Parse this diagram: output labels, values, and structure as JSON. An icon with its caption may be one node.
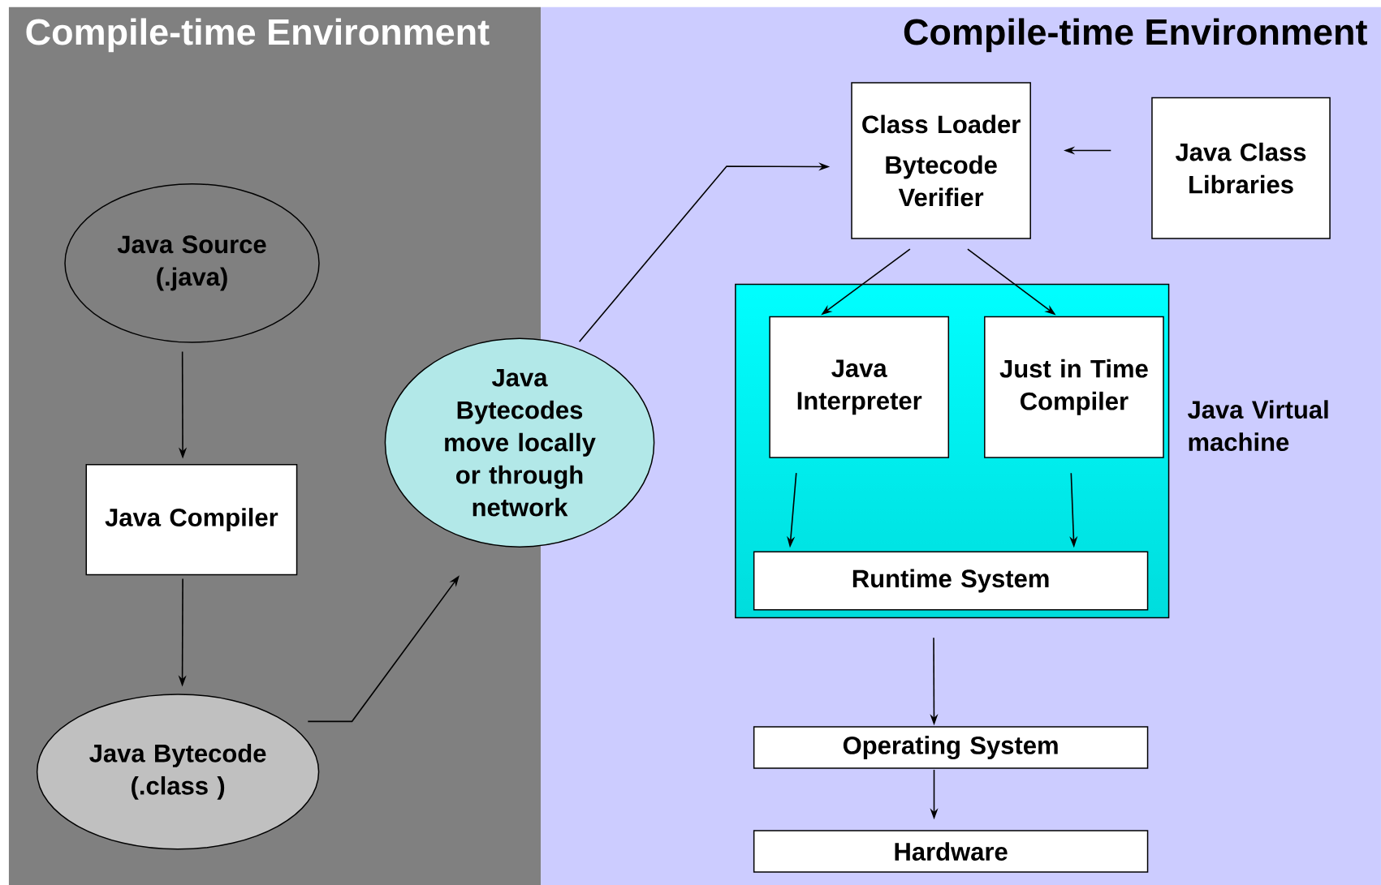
{
  "diagram": {
    "nodes": [
      {
        "text": [
          "Compile-time Environment"
        ]
      },
      {
        "text": [
          "Java Source (.java)"
        ],
        "in": 0
      },
      {
        "text": [
          "Java Compiler"
        ],
        "in": 0
      },
      {
        "text": [
          "Java Bytecode (.class )"
        ],
        "in": 0
      },
      {
        "text": [
          "Java Bytecodes move locally or through network"
        ]
      },
      {
        "text": [
          "Compile-time Environment"
        ]
      },
      {
        "text": [
          "Class Loader",
          "Bytecode Verifier"
        ],
        "in": 5
      },
      {
        "text": [
          "Java Class Libraries"
        ],
        "in": 5
      },
      {
        "text": [
          "Java Virtual machine"
        ],
        "in": 5
      },
      {
        "text": [
          "Java Interpreter"
        ],
        "in": 8
      },
      {
        "text": [
          "Just in Time Compiler"
        ],
        "in": 8
      },
      {
        "text": [
          "Runtime System"
        ],
        "in": 8
      },
      {
        "text": [
          "Operating System"
        ],
        "in": 5
      },
      {
        "text": [
          "Hardware"
        ],
        "in": 5
      }
    ],
    "edges": [
      {
        "from": 1,
        "to": 2,
        "arrow": "to"
      },
      {
        "from": 2,
        "to": 3,
        "arrow": "to"
      },
      {
        "from": 3,
        "to": 4,
        "arrow": "to"
      },
      {
        "from": 4,
        "to": 6,
        "arrow": "to"
      },
      {
        "from": 7,
        "to": 6,
        "arrow": "to"
      },
      {
        "from": 6,
        "to": 9,
        "arrow": "to"
      },
      {
        "from": 6,
        "to": 10,
        "arrow": "to"
      },
      {
        "from": 9,
        "to": 11,
        "arrow": "to"
      },
      {
        "from": 10,
        "to": 11,
        "arrow": "to"
      },
      {
        "from": 8,
        "to": 12,
        "arrow": "to"
      },
      {
        "from": 12,
        "to": 13,
        "arrow": "to"
      }
    ]
  }
}
